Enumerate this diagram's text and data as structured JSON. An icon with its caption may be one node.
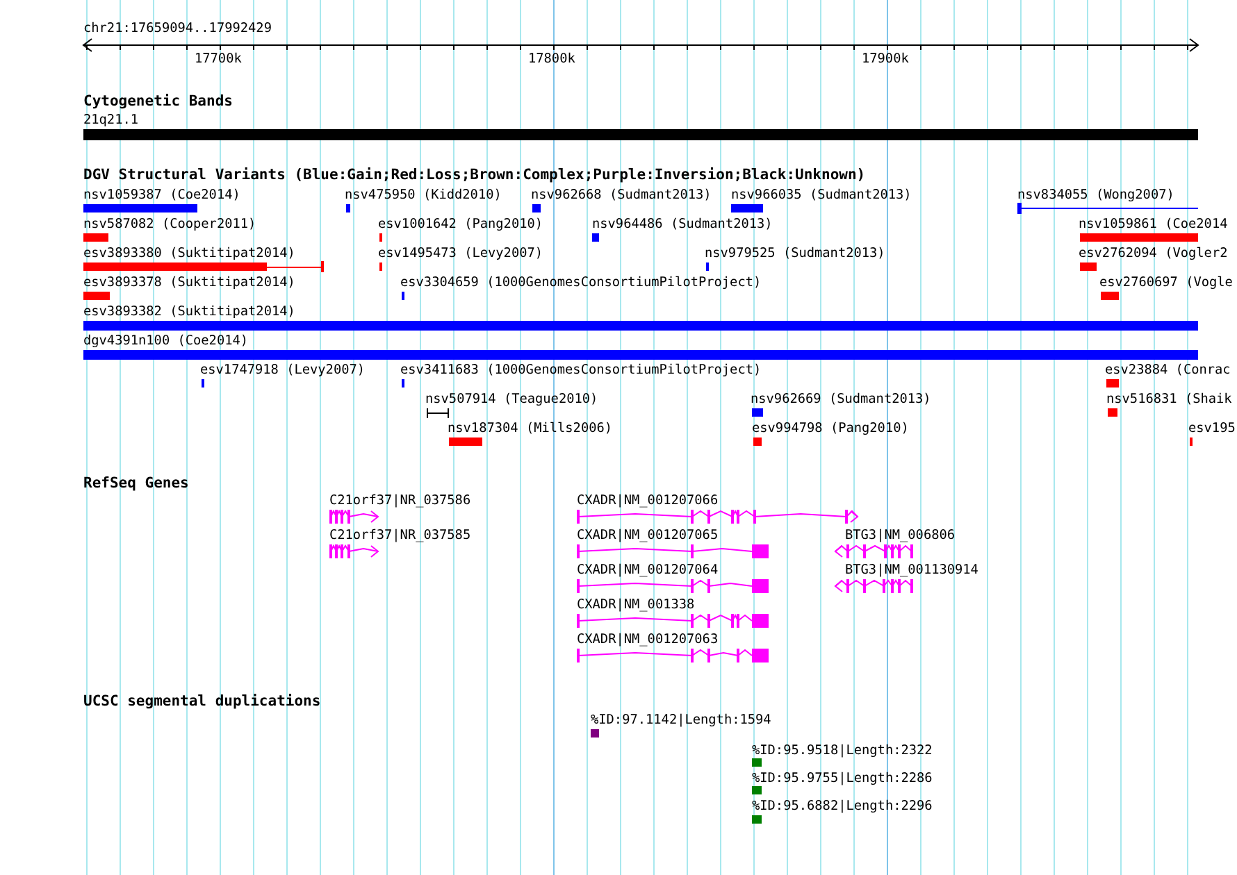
{
  "diagram": {
    "labels": [
      "chr21:17659094..17992429",
      "17700k",
      "17800k",
      "17900k",
      "Cytogenetic Bands",
      "21q21.1",
      "DGV Structural Variants (Blue:Gain;Red:Loss;Brown:Complex;Purple:Inversion;Black:Unknown)",
      "nsv1059387 (Coe2014)",
      "nsv475950 (Kidd2010)",
      "nsv962668 (Sudmant2013)",
      "nsv966035 (Sudmant2013)",
      "nsv834055 (Wong2007)",
      "nsv587082 (Cooper2011)",
      "esv1001642 (Pang2010)",
      "nsv964486 (Sudmant2013)",
      "nsv1059861 (Coe2014",
      "esv3893380 (Suktitipat2014)",
      "esv1495473 (Levy2007)",
      "nsv979525 (Sudmant2013)",
      "esv2762094 (Vogler2",
      "esv3893378 (Suktitipat2014)",
      "esv3304659 (1000GenomesConsortiumPilotProject)",
      "esv2760697 (Vogle",
      "esv3893382 (Suktitipat2014)",
      "dgv4391n100 (Coe2014)",
      "esv1747918 (Levy2007)",
      "esv3411683 (1000GenomesConsortiumPilotProject)",
      "esv23884 (Conrac",
      "nsv507914 (Teague2010)",
      "nsv962669 (Sudmant2013)",
      "nsv516831 (Shaik",
      "nsv187304 (Mills2006)",
      "esv994798 (Pang2010)",
      "esv195",
      "RefSeq Genes",
      "C21orf37|NR_037586",
      "CXADR|NM_001207066",
      "C21orf37|NR_037585",
      "CXADR|NM_001207065",
      "BTG3|NM_006806",
      "CXADR|NM_001207064",
      "BTG3|NM_001130914",
      "CXADR|NM_001338",
      "CXADR|NM_001207063",
      "UCSC segmental duplications",
      "%ID:97.1142|Length:1594",
      "%ID:95.9518|Length:2322",
      "%ID:95.9755|Length:2286",
      "%ID:95.6882|Length:2296"
    ]
  }
}
